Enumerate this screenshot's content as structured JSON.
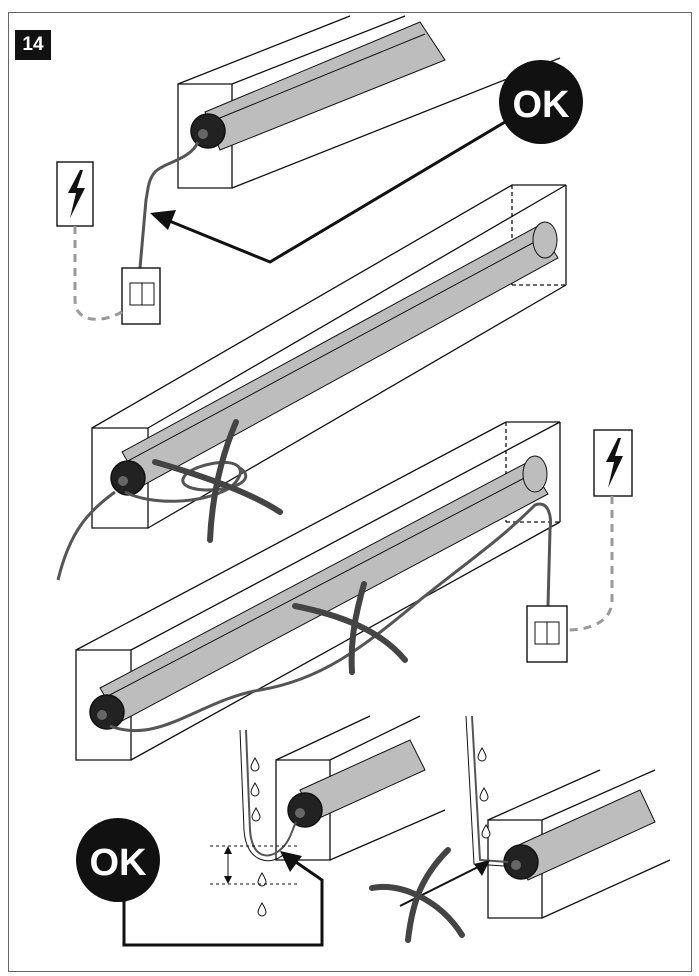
{
  "figure": {
    "number": "14"
  },
  "labels": {
    "ok_top": "OK",
    "ok_bottom": "OK"
  },
  "colors": {
    "ink": "#111111",
    "tube": "#bdbdbd",
    "cable": "#555555",
    "dashed": "#9a9a9a"
  },
  "icons": [
    "lightning-icon",
    "switch-icon",
    "cross-icon",
    "arrow-icon",
    "water-drop-icon"
  ]
}
